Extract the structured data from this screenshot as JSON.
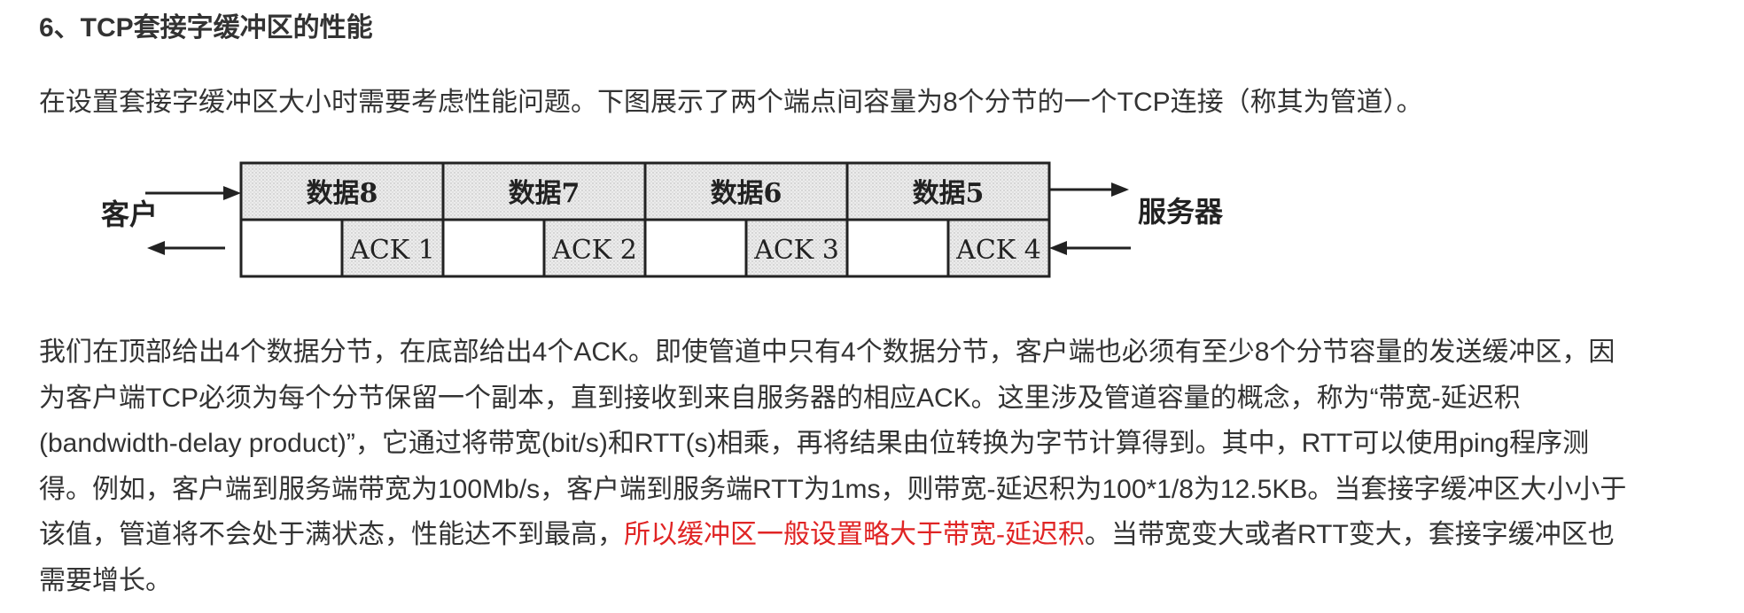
{
  "heading": "6、TCP套接字缓冲区的性能",
  "intro": "在设置套接字缓冲区大小时需要考虑性能问题。下图展示了两个端点间容量为8个分节的一个TCP连接（称其为管道）。",
  "diagram": {
    "client_label": "客户",
    "server_label": "服务器",
    "data_cells": [
      "数据8",
      "数据7",
      "数据6",
      "数据5"
    ],
    "ack_cells": [
      "ACK 1",
      "ACK 2",
      "ACK 3",
      "ACK 4"
    ],
    "arrow_icon": "arrow-right-icon",
    "arrow_left_icon": "arrow-left-icon"
  },
  "body": {
    "line1": "我们在顶部给出4个数据分节，在底部给出4个ACK。即使管道中只有4个数据分节，客户端也必须有至少8个分节容量的发送缓冲区，因",
    "line2": "为客户端TCP必须为每个分节保留一个副本，直到接收到来自服务器的相应ACK。这里涉及管道容量的概念，称为“带宽-延迟积",
    "line3": "(bandwidth-delay product)”，它通过将带宽(bit/s)和RTT(s)相乘，再将结果由位转换为字节计算得到。其中，RTT可以使用ping程序测",
    "line4": "得。例如，客户端到服务端带宽为100Mb/s，客户端到服务端RTT为1ms，则带宽-延迟积为100*1/8为12.5KB。当套接字缓冲区大小小于",
    "line5_before": "该值，管道将不会处于满状态，性能达不到最高，",
    "line5_highlight": "所以缓冲区一般设置略大于带宽-延迟积",
    "line5_after": "。当带宽变大或者RTT变大，套接字缓冲区也",
    "line6": "需要增长。"
  },
  "colors": {
    "text": "#333333",
    "highlight": "#e02424",
    "cell_fill": "#e6e6e6",
    "border": "#222222"
  }
}
